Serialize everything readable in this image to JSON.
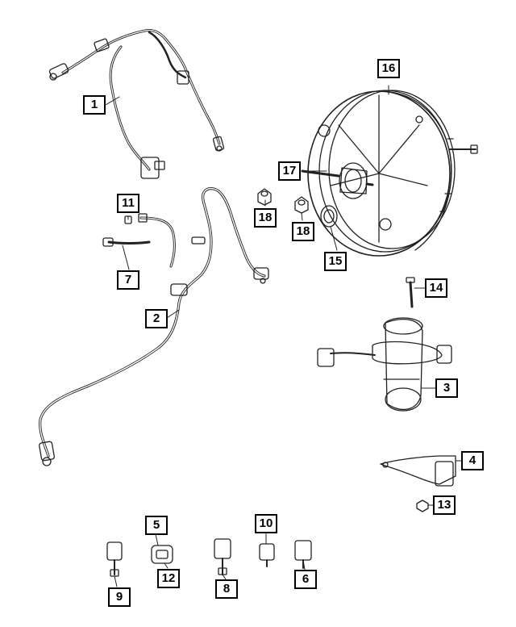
{
  "diagram": {
    "callouts": {
      "c1": "1",
      "c2": "2",
      "c3": "3",
      "c4": "4",
      "c5": "5",
      "c6": "6",
      "c7": "7",
      "c8": "8",
      "c9": "9",
      "c10": "10",
      "c11": "11",
      "c12": "12",
      "c13": "13",
      "c14": "14",
      "c15": "15",
      "c16": "16",
      "c17": "17",
      "c18a": "18",
      "c18b": "18"
    }
  }
}
